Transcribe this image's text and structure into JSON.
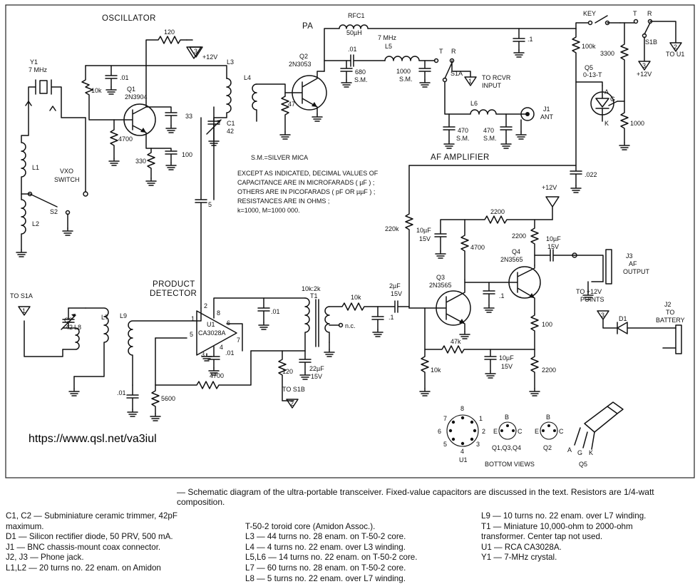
{
  "sections": {
    "oscillator": "OSCILLATOR",
    "pa": "PA",
    "product_detector": [
      "PRODUCT",
      "DETECTOR"
    ],
    "af_amplifier": "AF AMPLIFIER"
  },
  "notes": {
    "silver_mica": "S.M.=SILVER MICA",
    "values": [
      "EXCEPT AS INDICATED, DECIMAL VALUES OF",
      "CAPACITANCE ARE IN MICROFARADS ( µF ) ;",
      "OTHERS ARE IN PICOFARADS ( pF OR µµF ) ;",
      "RESISTANCES ARE IN OHMS ;",
      "k=1000, M=1000 000."
    ]
  },
  "labels": {
    "y1": "Y1",
    "y1_freq": "7 MHz",
    "q1": "Q1",
    "q1_type": "2N3904",
    "q2": "Q2",
    "q2_type": "2N3053",
    "q3": "Q3",
    "q3_type": "2N3565",
    "q4": "Q4",
    "q4_type": "2N3565",
    "q5": "Q5",
    "q5_type": "0-13-T",
    "u1": "U1",
    "u1_type": "CA3028A",
    "r_120_osc": "120",
    "r_10k_osc": "10k",
    "r_4700_osc": "4700",
    "r_330": "330",
    "r_47": "47",
    "c_01_osc": ".01",
    "c_33": "33",
    "c_100": "100",
    "c1": "C1",
    "c1_val": "42",
    "c_5": "5",
    "l1": "L1",
    "l2": "L2",
    "l3": "L3",
    "l4": "L4",
    "l5": "L5",
    "l6": "L6",
    "l7": "L7",
    "l8": "L8",
    "l9": "L9",
    "vxo_switch": [
      "VXO",
      "SWITCH"
    ],
    "s2": "S2",
    "rfc1": "RFC1",
    "rfc1_val": "50µH",
    "c_01_pa": ".01",
    "c_680": "680",
    "c_1000": "1000",
    "sm": "S.M.",
    "c_470a": "470",
    "c_470b": "470",
    "l5_freq": "7 MHz",
    "c_1_pa": ".1",
    "t_sw": "T",
    "r_sw": "R",
    "s1a": "S1A",
    "to_rcvr": [
      "TO RCVR",
      "INPUT"
    ],
    "tri_1": "1",
    "tri_2": "2",
    "tri_3": "3",
    "tri_3b": "3",
    "tri_1b": "1",
    "tri_2b": "2",
    "tri_3c": "3",
    "j1": "J1",
    "ant": "ANT",
    "key": "KEY",
    "t_key": "T",
    "r_key": "R",
    "s1b": "S1B",
    "to_u1": "TO U1",
    "r_100k": "100k",
    "r_3300": "3300",
    "r_1000": "1000",
    "plus12": "+12V",
    "plus12b": "+12V",
    "plus12c": "+12V",
    "a": "A",
    "g": "G",
    "k": "K",
    "c_022": ".022",
    "r_2200a": "2200",
    "r_2200b": "2200",
    "r_220k": "220k",
    "r_4700_af": "4700",
    "r_100": "100",
    "r_47k": "47k",
    "r_10k_af": "10k",
    "r_2200c": "2200",
    "r_10k_t1": "10k",
    "c_10uf_a": "10µF",
    "v15a": "15V",
    "c_10uf_b": "10µF",
    "v15b": "15V",
    "c_10uf_c": "10µF",
    "v15c": "15V",
    "c_2uf": "2µF",
    "v15d": "15V",
    "c_1_af": ".1",
    "c_1_t1": ".1",
    "j3": "J3",
    "af_output": [
      "AF",
      "OUTPUT"
    ],
    "to_12v_points": [
      "TO +12V",
      "POINTS"
    ],
    "j2": "J2",
    "to_battery": [
      "TO",
      "BATTERY"
    ],
    "d1": "D1",
    "to_s1a": "TO S1A",
    "c2": "C2",
    "c2_val": "42",
    "pin1": "1",
    "pin2": "2",
    "pin3": "3",
    "pin4": "4",
    "pin5": "5",
    "pin7": "7",
    "pin8": "8",
    "pin6": "6",
    "c_01_u1a": ".01",
    "c_01_u1b": ".01",
    "c_01_l9": ".01",
    "r_4700_u1": "4700",
    "r_5600": "5600",
    "r_120_u1": "120",
    "c_22uf": "22µF",
    "v15e": "15V",
    "to_s1b": "TO S1B",
    "t1": "T1",
    "t1_ratio": "10k:2k",
    "nc": "n.c.",
    "pin_e": "E",
    "pin_b": "B",
    "pin_c": "C",
    "u1_pins": [
      "8",
      "1",
      "2",
      "3",
      "4",
      "5",
      "6",
      "7"
    ],
    "bottom_ids": [
      "Q1,Q3,Q4",
      "Q2"
    ],
    "u1_bottom": "U1",
    "bottom_views": "BOTTOM VIEWS",
    "q5_pins": [
      "A",
      "G",
      "K"
    ],
    "q5_bottom": "Q5"
  },
  "url": "https://www.qsl.net/va3iul",
  "caption": {
    "title": "— Schematic diagram of the ultra-portable transceiver. Fixed-value capacitors are discussed in the text. Resistors are 1/4-watt composition.",
    "col1": [
      "C1, C2 — Subminiature ceramic trimmer, 42pF",
      "    maximum.",
      "D1 — Silicon rectifier diode, 50 PRV, 500 mA.",
      "J1 — BNC chassis-mount coax connector.",
      "J2, J3 — Phone jack.",
      "L1,L2 — 20 turns no. 22 enam. on Amidon"
    ],
    "col2": [
      "",
      "T-50-2 toroid core (Amidon Assoc.).",
      "L3 — 44 turns no. 28 enam. on T-50-2 core.",
      "L4 — 4 turns no. 22 enam. over L3 winding.",
      "L5,L6 — 14 turns no. 22 enam. on T-50-2 core.",
      "L7 — 60 turns no. 28 enam. on T-50-2 core.",
      "L8 — 5 turns no. 22 enam. over L7 winding."
    ],
    "col3": [
      "L9 — 10 turns no. 22 enam. over L7 winding.",
      "T1 — Miniature 10,000-ohm to 2000-ohm",
      "    transformer. Center tap not used.",
      "U1 — RCA CA3028A.",
      "Y1 — 7-MHz crystal."
    ]
  }
}
